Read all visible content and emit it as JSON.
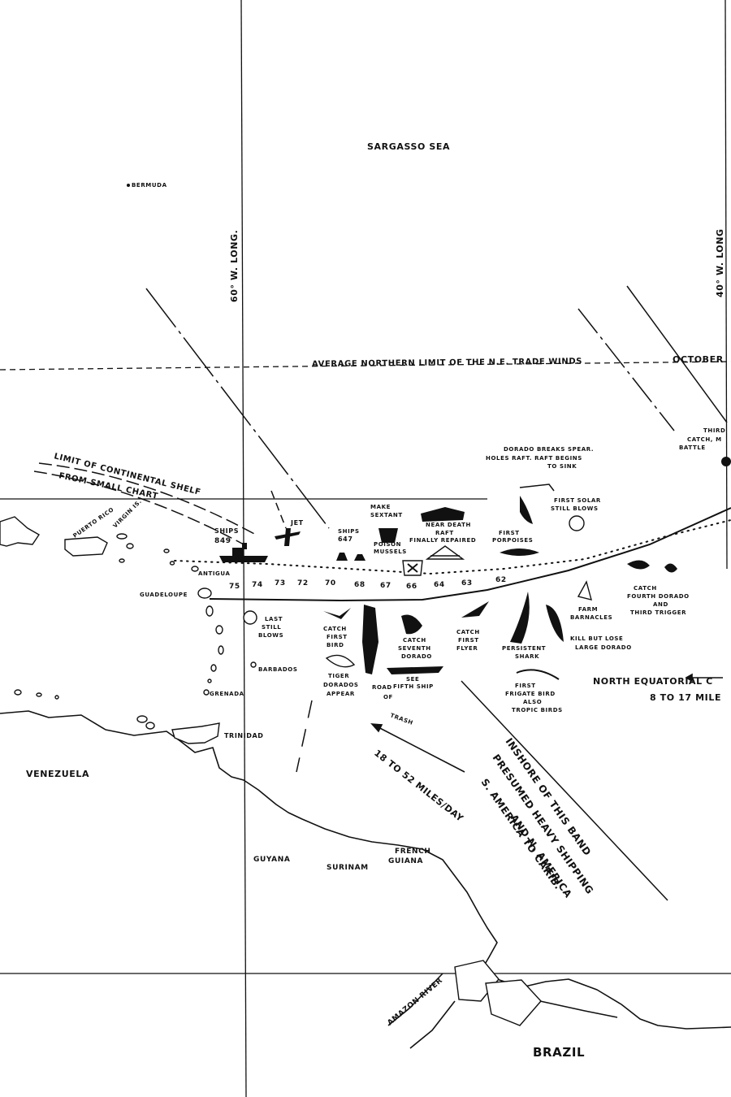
{
  "labels": {
    "sargasso_sea": "Sargasso Sea",
    "bermuda": "Bermuda",
    "long_60": "60° W. Long.",
    "long_40": "40° W. Long",
    "trade_winds": "Average Northern Limit Of The N.E. Trade Winds",
    "october": "October",
    "shelf_1": "Limit Of Continental Shelf",
    "shelf_2": "From Small Chart",
    "puerto_rico": "Puerto Rico",
    "virgin_is": "Virgin Is.",
    "ships_849": "Ships",
    "ships_849_num": "849",
    "jet": "Jet",
    "ships_647": "Ships",
    "ships_647_num": "647",
    "make_sextant_1": "Make",
    "make_sextant_2": "Sextant",
    "poison_1": "Poison",
    "poison_2": "Mussels",
    "near_death_1": "Near Death",
    "near_death_2": "Raft",
    "near_death_3": "Finally Repaired",
    "first_porpoises_1": "First",
    "first_porpoises_2": "Porpoises",
    "dorado_spear_1": "Dorado Breaks Spear.",
    "dorado_spear_2": "Holes Raft. Raft Begins",
    "dorado_spear_3": "To Sink",
    "solar_still_1": "First Solar",
    "solar_still_2": "Still Blows",
    "third_1": "Third",
    "third_2": "Catch, M",
    "third_3": "Battle",
    "antigua": "Antigua",
    "guadeloupe": "Guadeloupe",
    "last_still_1": "Last",
    "last_still_2": "Still",
    "last_still_3": "Blows",
    "catch_bird_1": "Catch",
    "catch_bird_2": "First",
    "catch_bird_3": "Bird",
    "seventh_1": "Catch",
    "seventh_2": "Seventh",
    "seventh_3": "Dorado",
    "flyer_1": "Catch",
    "flyer_2": "First",
    "flyer_3": "Flyer",
    "shark_1": "Persistent",
    "shark_2": "Shark",
    "barnacles_1": "Farm",
    "barnacles_2": "Barnacles",
    "kill_1": "Kill But Lose",
    "kill_2": "Large Dorado",
    "fourth_1": "Catch",
    "fourth_2": "Fourth Dorado",
    "fourth_3": "and",
    "fourth_4": "Third Trigger",
    "barbados": "Barbados",
    "grenada": "Grenada",
    "tiger_1": "Tiger",
    "tiger_2": "Dorados",
    "tiger_3": "Appear",
    "road_1": "Road",
    "road_2": "of",
    "road_3": "Trash",
    "fifth_ship_1": "See",
    "fifth_ship_2": "Fifth Ship",
    "frigate_1": "First",
    "frigate_2": "Frigate Bird",
    "frigate_3": "Also",
    "frigate_4": "Tropic Birds",
    "equatorial_1": "North Equatorial C",
    "equatorial_2": "8 To 17 Mile",
    "trinidad": "Trinidad",
    "venezuela": "Venezuela",
    "miles_per_day": "18 To 52 Miles/Day",
    "band_1": "Inshore Of This Band",
    "band_2": "Presumed Heavy Shipping",
    "band_3": "S. America To Carib.",
    "band_4": "And N. America",
    "guyana": "Guyana",
    "surinam": "Surinam",
    "french_guiana_1": "French",
    "french_guiana_2": "Guiana",
    "amazon": "Amazon River",
    "brazil": "Brazil"
  },
  "route_day_markers": [
    "75",
    "74",
    "73",
    "72",
    "70",
    "68",
    "67",
    "66",
    "64",
    "63",
    "62"
  ],
  "colors": {
    "ink": "#111111",
    "paper": "#ffffff"
  }
}
